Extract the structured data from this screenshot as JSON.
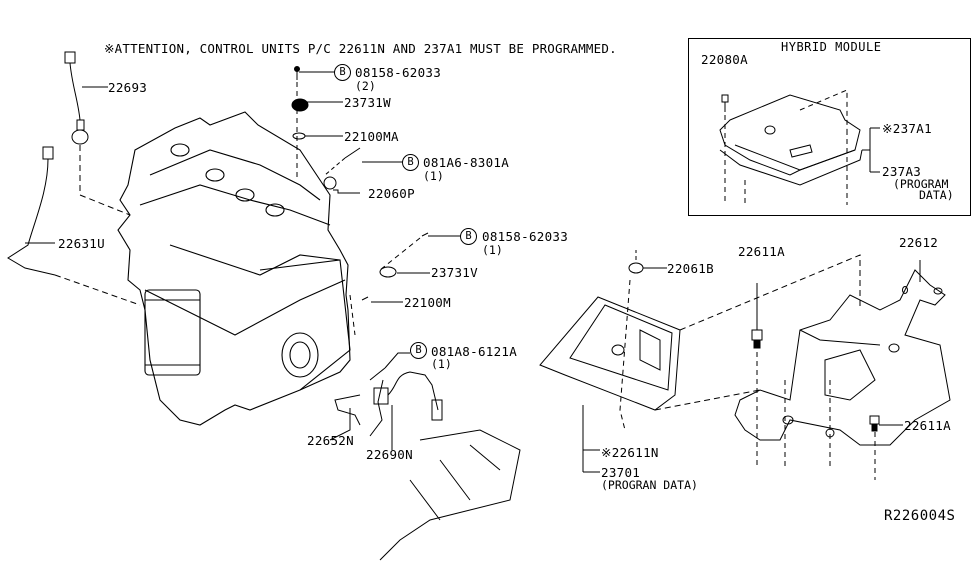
{
  "notice": "※ATTENTION, CONTROL UNITS P/C 22611N AND 237A1 MUST BE PROGRAMMED.",
  "reference_code": "R226004S",
  "bolt_marker": "B",
  "hybrid_module": {
    "title": "HYBRID MODULE",
    "bolt_part": "22080A",
    "control_unit_part": "※237A1",
    "program_data_part": "237A3",
    "program_data_note_line1": "(PROGRAM",
    "program_data_note_line2": "DATA)"
  },
  "parts": {
    "sensor_upper": "22693",
    "sensor_lower": "22631U",
    "bolt_top": "08158-62033",
    "bolt_top_qty": "(2)",
    "sensor_cam_w": "23731W",
    "seal_ma": "22100MA",
    "bolt_mid": "081A6-8301A",
    "bolt_mid_qty": "(1)",
    "sensor_p": "22060P",
    "bolt_right": "08158-62033",
    "bolt_right_qty": "(1)",
    "sensor_cam_v": "23731V",
    "seal_m": "22100M",
    "bolt_low": "081A8-6121A",
    "bolt_low_qty": "(1)",
    "bracket_n": "22652N",
    "sensor_o2": "22690N",
    "nut_b": "22061B",
    "bolt_a_upper": "22611A",
    "bracket_main": "22612",
    "bolt_a_lower": "22611A",
    "ecm_part": "※22611N",
    "ecm_program": "23701",
    "ecm_program_note": "(PROGRAN DATA)"
  }
}
